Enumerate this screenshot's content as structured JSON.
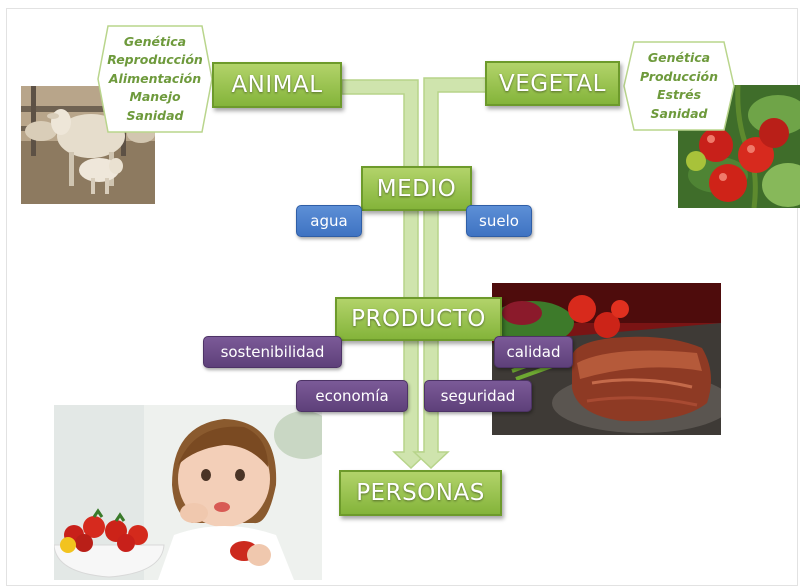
{
  "diagram": {
    "nodes": {
      "animal": "ANIMAL",
      "vegetal": "VEGETAL",
      "medio": "MEDIO",
      "producto": "PRODUCTO",
      "personas": "PERSONAS"
    },
    "medio_factors": [
      "agua",
      "suelo"
    ],
    "producto_factors": [
      "sostenibilidad",
      "calidad",
      "economía",
      "seguridad"
    ],
    "animal_aspects": [
      "Genética",
      "Reproducción",
      "Alimentación",
      "Manejo",
      "Sanidad"
    ],
    "vegetal_aspects": [
      "Genética",
      "Producción",
      "Estrés",
      "Sanidad"
    ],
    "colors": {
      "node_green": "#8fbe45",
      "medio_tag_blue": "#4a7fcc",
      "producto_tag_purple": "#6a4a86",
      "aspect_text_green": "#6e9a3c",
      "flow_arrow_green": "#cfe4ad"
    }
  },
  "images": {
    "sheep": "sheep-photo",
    "tomatoes": "tomato-plant-photo",
    "meat": "steak-dish-photo",
    "child": "child-eating-strawberries-photo"
  }
}
